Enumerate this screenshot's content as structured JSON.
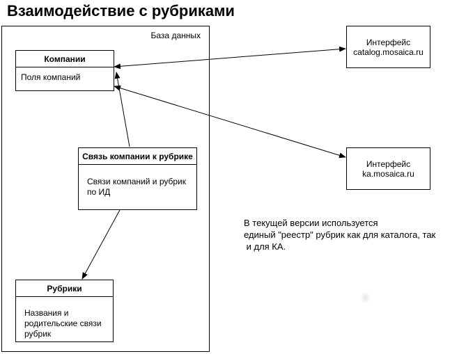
{
  "title": "Взаимодействие с рубриками",
  "database": {
    "label": "База данных",
    "entities": {
      "companies": {
        "header": "Компании",
        "body": "Поля компаний"
      },
      "link": {
        "header": "Связь компании к рубрике",
        "body_lines": [
          "Связи компаний и рубрик",
          "по ИД"
        ]
      },
      "rubrics": {
        "header": "Рубрики",
        "body_lines": [
          "Названия и",
          "родительские связи",
          "рубрик"
        ]
      }
    }
  },
  "interfaces": {
    "catalog": {
      "line1": "Интерфейс",
      "line2": "catalog.mosaica.ru"
    },
    "ka": {
      "line1": "Интерфейс",
      "line2": "ka.mosaica.ru"
    }
  },
  "note": {
    "lines": [
      "В текущей версии используется",
      "единый \"реестр\" рубрик как для каталога, так",
      " и для КА."
    ]
  },
  "connections": [
    {
      "from": "companies",
      "to": "catalog",
      "direction": "both"
    },
    {
      "from": "companies",
      "to": "ka",
      "direction": "both"
    },
    {
      "from": "link",
      "to": "companies",
      "direction": "forward"
    },
    {
      "from": "link",
      "to": "rubrics",
      "direction": "forward"
    }
  ],
  "colors": {
    "line": "#000000",
    "background": "#ffffff"
  }
}
